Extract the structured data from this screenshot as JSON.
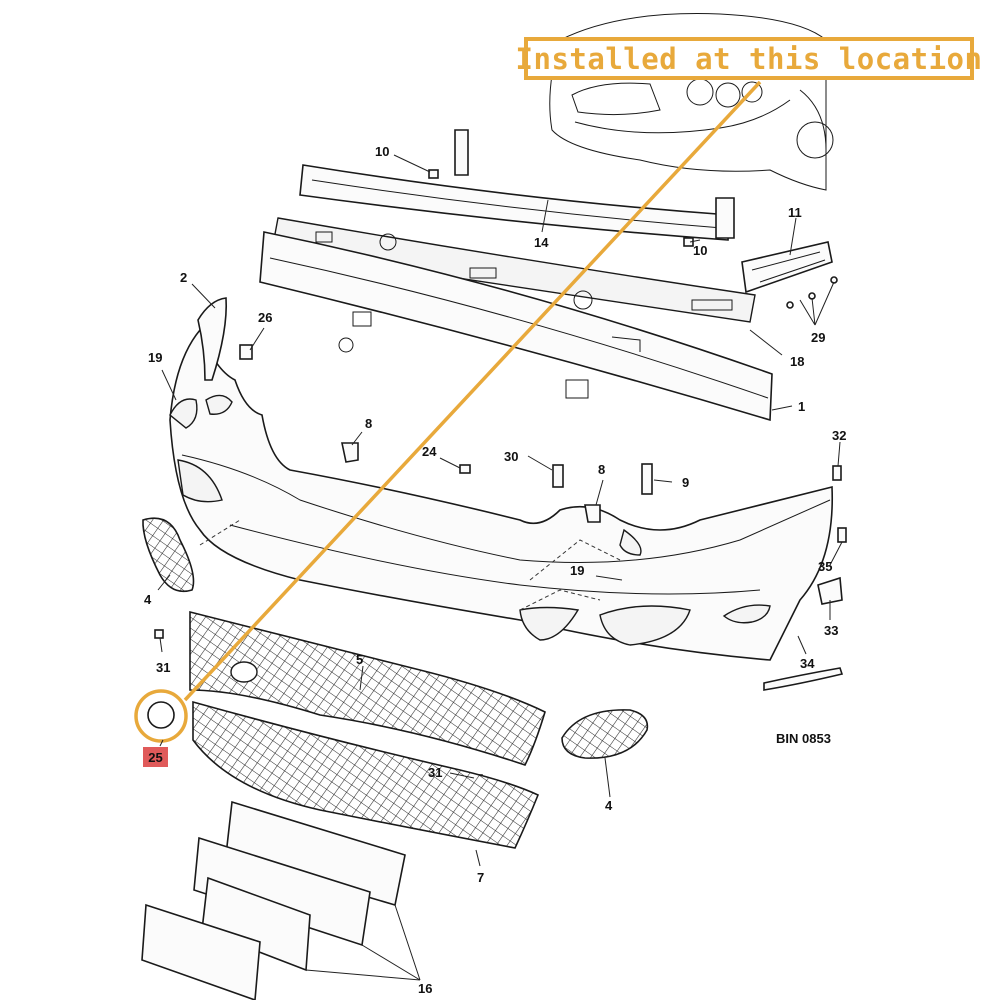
{
  "callout": {
    "text": "Installed at this location",
    "color": "#e8a93b"
  },
  "highlight": {
    "part": "25",
    "badge_color": "#e05a5a",
    "ring_color": "#e8a93b"
  },
  "diagram_code": "BIN 0853",
  "labels": {
    "p1": "1",
    "p2": "2",
    "p4a": "4",
    "p4b": "4",
    "p5": "5",
    "p7": "7",
    "p8a": "8",
    "p8b": "8",
    "p9": "9",
    "p10a": "10",
    "p10b": "10",
    "p11": "11",
    "p14": "14",
    "p16": "16",
    "p18": "18",
    "p19a": "19",
    "p19b": "19",
    "p24": "24",
    "p26": "26",
    "p29": "29",
    "p30": "30",
    "p31a": "31",
    "p31b": "31",
    "p32": "32",
    "p33": "33",
    "p34": "34",
    "p35": "35"
  }
}
